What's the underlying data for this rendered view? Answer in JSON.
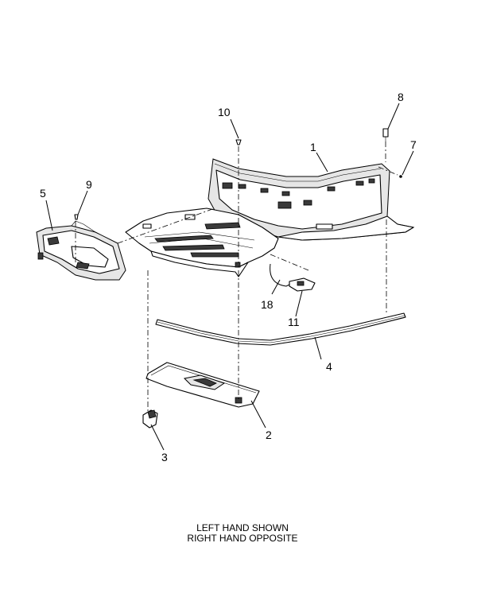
{
  "callouts": {
    "c1": "1",
    "c2": "2",
    "c3": "3",
    "c4": "4",
    "c5": "5",
    "c7": "7",
    "c8": "8",
    "c9": "9",
    "c10": "10",
    "c11": "11",
    "c18": "18"
  },
  "caption": {
    "line1": "LEFT HAND SHOWN",
    "line2": "RIGHT HAND OPPOSITE"
  }
}
